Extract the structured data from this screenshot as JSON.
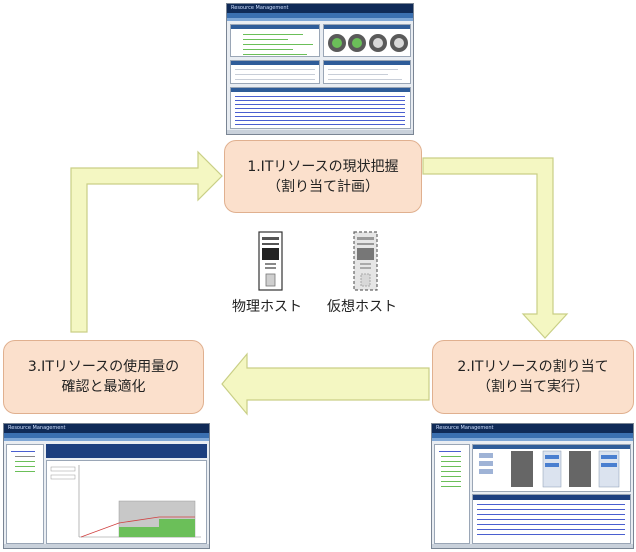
{
  "steps": {
    "step1": {
      "line1": "1.ITリソースの現状把握",
      "line2": "（割り当て計画）"
    },
    "step2": {
      "line1": "2.ITリソースの割り当て",
      "line2": "（割り当て実行）"
    },
    "step3": {
      "line1": "3.ITリソースの使用量の",
      "line2": "確認と最適化"
    }
  },
  "hosts": {
    "physical_label": "物理ホスト",
    "virtual_label": "仮想ホスト"
  },
  "screenshots": {
    "top_title": "Resource Management",
    "left_title": "Resource Management",
    "right_title": "Resource Management"
  },
  "colors": {
    "step_fill": "#fbe0cc",
    "arrow_fill": "#f4f7c2",
    "arrow_stroke": "#c9cf86",
    "header_navy": "#0f2a57"
  }
}
